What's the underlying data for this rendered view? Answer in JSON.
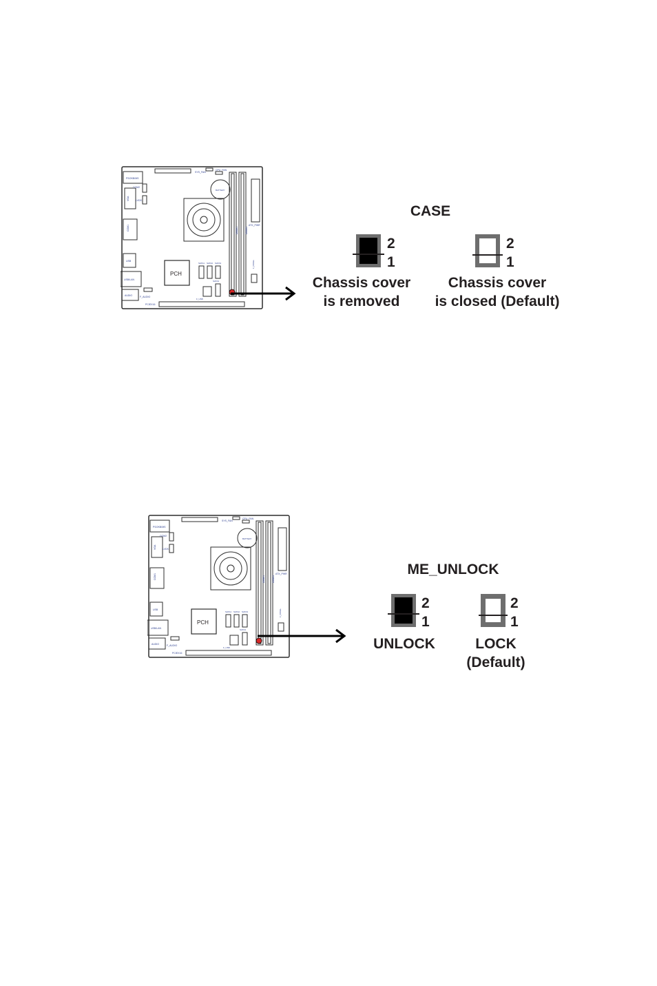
{
  "colors": {
    "side_tab": "#9b8ccb",
    "jumper_on": "#000000",
    "jumper_frame": "#6e6e6e",
    "jumper_open_fill": "#ffffff",
    "board_line": "#2b2b2b",
    "board_label": "#2d3f8f",
    "marker": "#d62828"
  },
  "figures": [
    {
      "board": {
        "labels": [
          "PCH",
          "PS/2KB/MS",
          "COM2",
          "VGA",
          "LVDS",
          "COM1",
          "USB",
          "USB/LAN",
          "AUDIO",
          "F_AUDIO",
          "PCIEX16",
          "SATA1",
          "SATA2",
          "SATA3",
          "SATA4",
          "CPU_FAN",
          "SYS_FAN",
          "ATX_PWR",
          "DIMM1",
          "DIMM2",
          "BATTERY",
          "F_PANEL",
          "F_USB"
        ]
      },
      "title": "CASE",
      "jumpers": [
        {
          "state": "closed",
          "pins": [
            "2",
            "1"
          ],
          "caption": [
            "Chassis cover",
            "is removed"
          ]
        },
        {
          "state": "open",
          "pins": [
            "2",
            "1"
          ],
          "caption": [
            "Chassis cover",
            "is closed (Default)"
          ]
        }
      ]
    },
    {
      "board": {
        "labels": [
          "PCH",
          "PS/2KB/MS",
          "COM2",
          "VGA",
          "LVDS",
          "COM1",
          "USB",
          "USB/LAN",
          "AUDIO",
          "F_AUDIO",
          "PCIEX16",
          "SATA1",
          "SATA2",
          "SATA3",
          "SATA4",
          "CPU_FAN",
          "SYS_FAN",
          "ATX_PWR",
          "DIMM1",
          "DIMM2",
          "BATTERY",
          "F_PANEL",
          "F_USB"
        ]
      },
      "title": "ME_UNLOCK",
      "jumpers": [
        {
          "state": "closed",
          "pins": [
            "2",
            "1"
          ],
          "caption": [
            "UNLOCK"
          ]
        },
        {
          "state": "open",
          "pins": [
            "2",
            "1"
          ],
          "caption": [
            "LOCK",
            "(Default)"
          ]
        }
      ]
    }
  ]
}
